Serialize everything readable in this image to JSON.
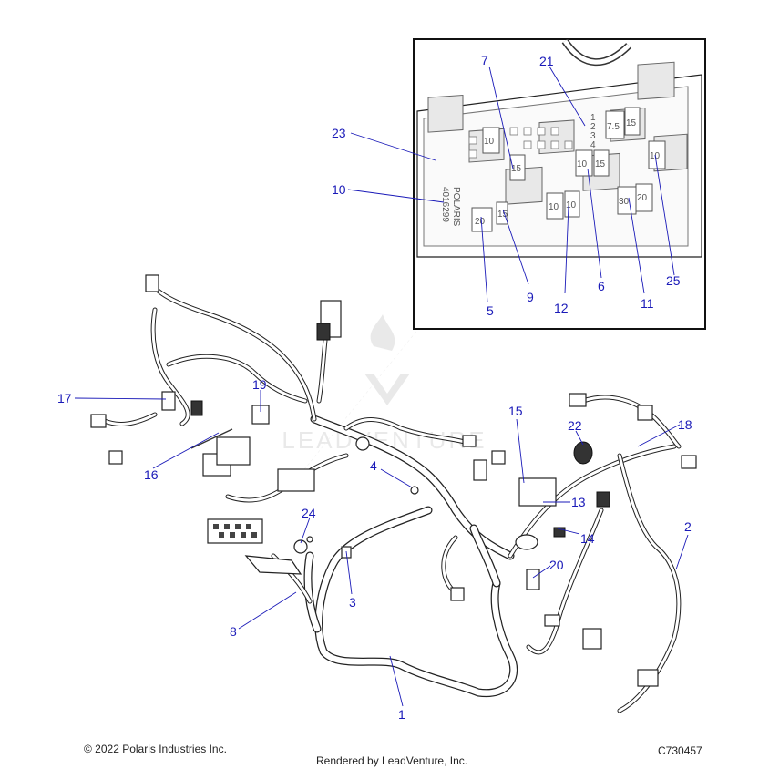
{
  "footer": {
    "copyright": "© 2022 Polaris Industries Inc.",
    "rendered_by": "Rendered by LeadVenture, Inc.",
    "diagram_code": "C730457"
  },
  "watermark": {
    "text": "LEADVENTURE"
  },
  "inset": {
    "fuse_box_label": [
      "POLARIS",
      "4016299"
    ],
    "fuse_values": [
      "20",
      "15",
      "10",
      "10",
      "7.5",
      "15",
      "10",
      "15",
      "10",
      "30",
      "20",
      "10",
      "15",
      "1",
      "2",
      "3",
      "4"
    ]
  },
  "callouts": [
    {
      "id": "c1",
      "label": "1"
    },
    {
      "id": "c2",
      "label": "2"
    },
    {
      "id": "c3",
      "label": "3"
    },
    {
      "id": "c4",
      "label": "4"
    },
    {
      "id": "c5",
      "label": "5"
    },
    {
      "id": "c6",
      "label": "6"
    },
    {
      "id": "c7",
      "label": "7"
    },
    {
      "id": "c8",
      "label": "8"
    },
    {
      "id": "c9",
      "label": "9"
    },
    {
      "id": "c10",
      "label": "10"
    },
    {
      "id": "c11",
      "label": "11"
    },
    {
      "id": "c12",
      "label": "12"
    },
    {
      "id": "c13",
      "label": "13"
    },
    {
      "id": "c14",
      "label": "14"
    },
    {
      "id": "c15",
      "label": "15"
    },
    {
      "id": "c16",
      "label": "16"
    },
    {
      "id": "c17",
      "label": "17"
    },
    {
      "id": "c18",
      "label": "18"
    },
    {
      "id": "c19",
      "label": "19"
    },
    {
      "id": "c20",
      "label": "20"
    },
    {
      "id": "c21",
      "label": "21"
    },
    {
      "id": "c22",
      "label": "22"
    },
    {
      "id": "c23",
      "label": "23"
    },
    {
      "id": "c24",
      "label": "24"
    },
    {
      "id": "c25",
      "label": "25"
    }
  ]
}
